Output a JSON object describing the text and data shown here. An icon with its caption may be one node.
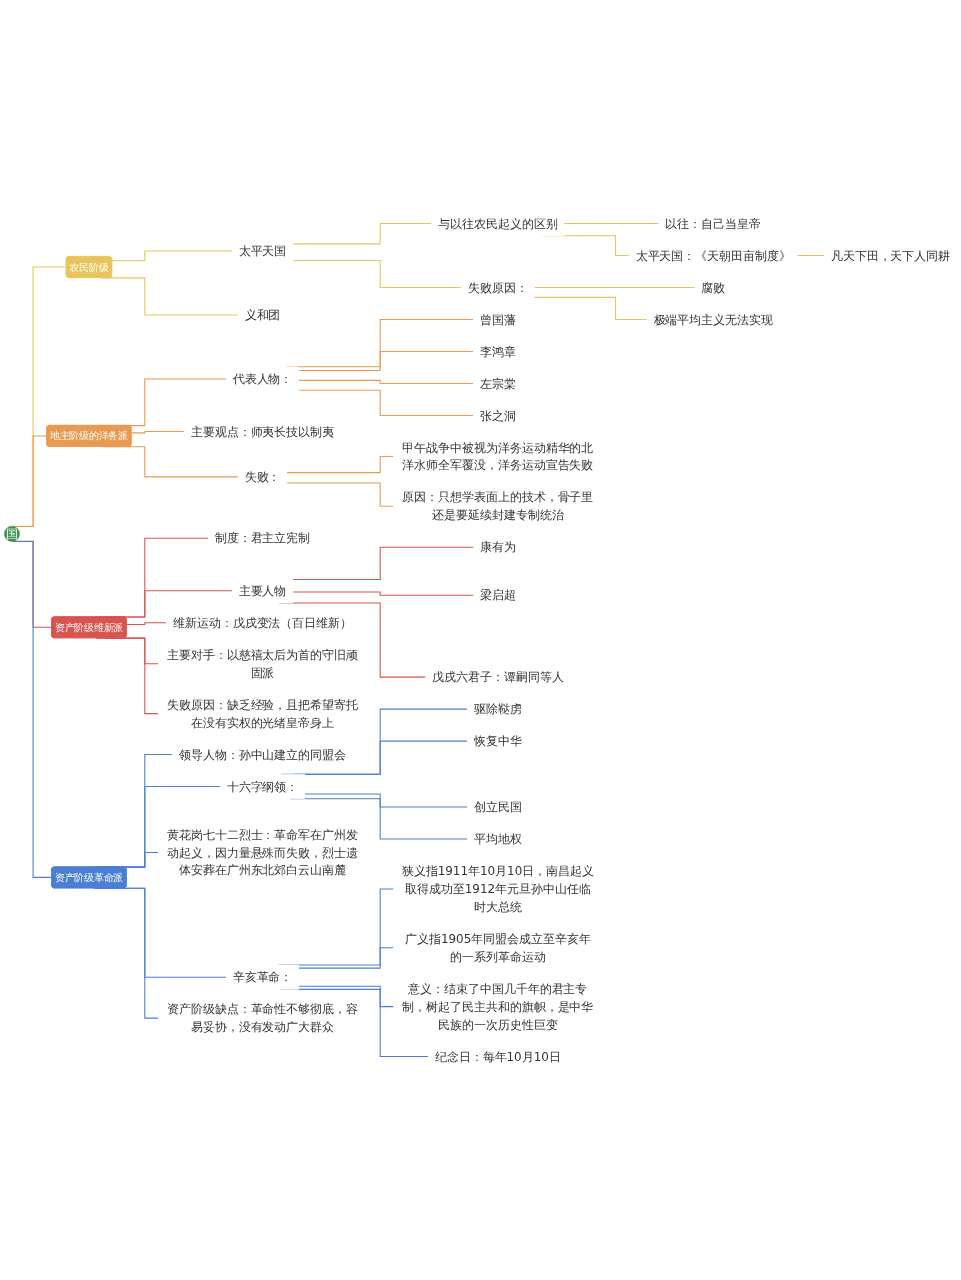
{
  "diagram": {
    "nodes": [
      {
        "text": [
          "国"
        ]
      },
      {
        "text": [
          "农民阶级"
        ]
      },
      {
        "text": [
          "太平天国"
        ]
      },
      {
        "text": [
          "与以往农民起义的区别"
        ]
      },
      {
        "text": [
          "以往：自己当皇帝"
        ]
      },
      {
        "text": [
          "太平天国：《天朝田亩制度》"
        ]
      },
      {
        "text": [
          "凡天下田，天下人同耕"
        ]
      },
      {
        "text": [
          "失败原因："
        ]
      },
      {
        "text": [
          "腐败"
        ]
      },
      {
        "text": [
          "极端平均主义无法实现"
        ]
      },
      {
        "text": [
          "义和团"
        ]
      },
      {
        "text": [
          "地主阶级的洋务派"
        ]
      },
      {
        "text": [
          "代表人物："
        ]
      },
      {
        "text": [
          "曾国藩"
        ]
      },
      {
        "text": [
          "李鸿章"
        ]
      },
      {
        "text": [
          "左宗棠"
        ]
      },
      {
        "text": [
          "张之洞"
        ]
      },
      {
        "text": [
          "主要观点：师夷长技以制夷"
        ]
      },
      {
        "text": [
          "失败："
        ]
      },
      {
        "text": [
          "甲午战争中被视为洋务运动精华的北洋水师全军覆没，洋务运动宣告失败"
        ]
      },
      {
        "text": [
          "原因：只想学表面上的技术，骨子里还是要延续封建专制统治"
        ]
      },
      {
        "text": [
          "资产阶级维新派"
        ]
      },
      {
        "text": [
          "制度：君主立宪制"
        ]
      },
      {
        "text": [
          "主要人物"
        ]
      },
      {
        "text": [
          "康有为"
        ]
      },
      {
        "text": [
          "梁启超"
        ]
      },
      {
        "text": [
          "戊戌六君子：谭嗣同等人"
        ]
      },
      {
        "text": [
          "维新运动：戊戌变法（百日维新）"
        ]
      },
      {
        "text": [
          "主要对手：以慈禧太后为首的守旧顽固派"
        ]
      },
      {
        "text": [
          "失败原因：缺乏经验，且把希望寄托在没有实权的光绪皇帝身上"
        ]
      },
      {
        "text": [
          "资产阶级革命派"
        ]
      },
      {
        "text": [
          "领导人物：孙中山建立的同盟会"
        ]
      },
      {
        "text": [
          "十六字纲领："
        ]
      },
      {
        "text": [
          "驱除鞑虏"
        ]
      },
      {
        "text": [
          "恢复中华"
        ]
      },
      {
        "text": [
          "创立民国"
        ]
      },
      {
        "text": [
          "平均地权"
        ]
      },
      {
        "text": [
          "黄花岗七十二烈士：革命军在广州发动起义，因力量悬殊而失败，烈士遗体安葬在广州东北郊白云山南麓"
        ]
      },
      {
        "text": [
          "辛亥革命："
        ]
      },
      {
        "text": [
          "狭义指1911年10月10日，南昌起义取得成功至1912年元旦孙中山任临时大总统"
        ]
      },
      {
        "text": [
          "广义指1905年同盟会成立至辛亥年的一系列革命运动"
        ]
      },
      {
        "text": [
          "意义：结束了中国几千年的君主专制，树起了民主共和的旗帜，是中华民族的一次历史性巨变"
        ]
      },
      {
        "text": [
          "纪念日：每年10月10日"
        ]
      },
      {
        "text": [
          "资产阶级缺点：革命性不够彻底，容易妥协，没有发动广大群众"
        ]
      }
    ],
    "edges": [
      {
        "from": 0,
        "to": 1,
        "arrow": "none",
        "color": "#e8c55a"
      },
      {
        "from": 1,
        "to": 2,
        "arrow": "none",
        "color": "#e8c55a"
      },
      {
        "from": 2,
        "to": 3,
        "arrow": "none",
        "color": "#e8c55a"
      },
      {
        "from": 3,
        "to": 4,
        "arrow": "none",
        "color": "#e8c55a"
      },
      {
        "from": 3,
        "to": 5,
        "arrow": "none",
        "color": "#e8c55a"
      },
      {
        "from": 5,
        "to": 6,
        "arrow": "none",
        "color": "#e8c55a"
      },
      {
        "from": 2,
        "to": 7,
        "arrow": "none",
        "color": "#e8c55a"
      },
      {
        "from": 7,
        "to": 8,
        "arrow": "none",
        "color": "#e8c55a"
      },
      {
        "from": 7,
        "to": 9,
        "arrow": "none",
        "color": "#e8c55a"
      },
      {
        "from": 1,
        "to": 10,
        "arrow": "none",
        "color": "#e8c55a"
      },
      {
        "from": 0,
        "to": 11,
        "arrow": "none",
        "color": "#e89a50"
      },
      {
        "from": 11,
        "to": 12,
        "arrow": "none",
        "color": "#e89a50"
      },
      {
        "from": 12,
        "to": 13,
        "arrow": "none",
        "color": "#e89a50"
      },
      {
        "from": 12,
        "to": 14,
        "arrow": "none",
        "color": "#e89a50"
      },
      {
        "from": 12,
        "to": 15,
        "arrow": "none",
        "color": "#e89a50"
      },
      {
        "from": 12,
        "to": 16,
        "arrow": "none",
        "color": "#e89a50"
      },
      {
        "from": 11,
        "to": 17,
        "arrow": "none",
        "color": "#e89a50"
      },
      {
        "from": 11,
        "to": 18,
        "arrow": "none",
        "color": "#e89a50"
      },
      {
        "from": 18,
        "to": 19,
        "arrow": "none",
        "color": "#e89a50"
      },
      {
        "from": 18,
        "to": 20,
        "arrow": "none",
        "color": "#e89a50"
      },
      {
        "from": 0,
        "to": 21,
        "arrow": "none",
        "color": "#d9534f"
      },
      {
        "from": 21,
        "to": 22,
        "arrow": "none",
        "color": "#d9534f"
      },
      {
        "from": 21,
        "to": 23,
        "arrow": "none",
        "color": "#d9534f"
      },
      {
        "from": 23,
        "to": 24,
        "arrow": "none",
        "color": "#d9534f"
      },
      {
        "from": 23,
        "to": 25,
        "arrow": "none",
        "color": "#d9534f"
      },
      {
        "from": 23,
        "to": 26,
        "arrow": "none",
        "color": "#d9534f"
      },
      {
        "from": 21,
        "to": 27,
        "arrow": "none",
        "color": "#d9534f"
      },
      {
        "from": 21,
        "to": 28,
        "arrow": "none",
        "color": "#d9534f"
      },
      {
        "from": 21,
        "to": 29,
        "arrow": "none",
        "color": "#d9534f"
      },
      {
        "from": 0,
        "to": 30,
        "arrow": "none",
        "color": "#4a7fd4"
      },
      {
        "from": 30,
        "to": 31,
        "arrow": "none",
        "color": "#4a7fd4"
      },
      {
        "from": 30,
        "to": 32,
        "arrow": "none",
        "color": "#4a7fd4"
      },
      {
        "from": 32,
        "to": 33,
        "arrow": "none",
        "color": "#4a7fd4"
      },
      {
        "from": 32,
        "to": 34,
        "arrow": "none",
        "color": "#4a7fd4"
      },
      {
        "from": 32,
        "to": 35,
        "arrow": "none",
        "color": "#4a7fd4"
      },
      {
        "from": 32,
        "to": 36,
        "arrow": "none",
        "color": "#4a7fd4"
      },
      {
        "from": 30,
        "to": 37,
        "arrow": "none",
        "color": "#4a7fd4"
      },
      {
        "from": 30,
        "to": 38,
        "arrow": "none",
        "color": "#4a7fd4"
      },
      {
        "from": 38,
        "to": 39,
        "arrow": "none",
        "color": "#4a7fd4"
      },
      {
        "from": 38,
        "to": 40,
        "arrow": "none",
        "color": "#4a7fd4"
      },
      {
        "from": 38,
        "to": 41,
        "arrow": "none",
        "color": "#4a7fd4"
      },
      {
        "from": 38,
        "to": 42,
        "arrow": "none",
        "color": "#4a7fd4"
      },
      {
        "from": 30,
        "to": 43,
        "arrow": "none",
        "color": "#4a7fd4"
      }
    ]
  }
}
